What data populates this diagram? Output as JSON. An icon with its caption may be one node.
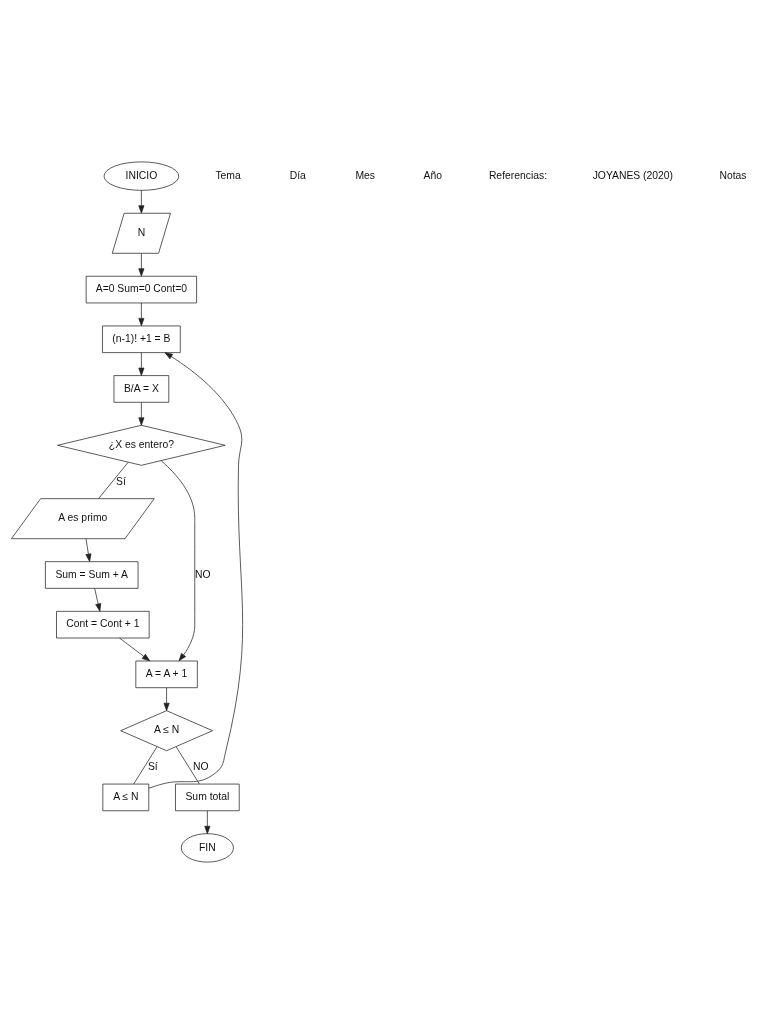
{
  "diagram": {
    "nodes": [
      {
        "text": [
          "INICIO"
        ]
      },
      {
        "text": [
          "N"
        ]
      },
      {
        "text": [
          "A=0 Sum=0 Cont=0"
        ]
      },
      {
        "text": [
          "(n-1)! +1 = B"
        ]
      },
      {
        "text": [
          "B/A = X"
        ]
      },
      {
        "text": [
          "¿X es entero?"
        ]
      },
      {
        "text": [
          "A es primo"
        ]
      },
      {
        "text": [
          "Sum = Sum + A"
        ]
      },
      {
        "text": [
          "Cont = Cont + 1"
        ]
      },
      {
        "text": [
          "A = A + 1"
        ]
      },
      {
        "text": [
          "A ≤ N"
        ]
      },
      {
        "text": [
          "A ≤ N"
        ]
      },
      {
        "text": [
          "Sum total"
        ]
      },
      {
        "text": [
          "FIN"
        ]
      }
    ],
    "edges": [
      {
        "from": 0,
        "to": 1,
        "arrow": "to"
      },
      {
        "from": 1,
        "to": 2,
        "arrow": "to"
      },
      {
        "from": 2,
        "to": 3,
        "arrow": "to"
      },
      {
        "from": 3,
        "to": 4,
        "arrow": "to"
      },
      {
        "from": 4,
        "to": 5,
        "arrow": "to"
      },
      {
        "from": 5,
        "to": 6,
        "label": "Sí",
        "arrow": "none"
      },
      {
        "from": 5,
        "to": 9,
        "label": "NO",
        "arrow": "to"
      },
      {
        "from": 6,
        "to": 7,
        "arrow": "to"
      },
      {
        "from": 7,
        "to": 8,
        "arrow": "to"
      },
      {
        "from": 8,
        "to": 9,
        "arrow": "to"
      },
      {
        "from": 9,
        "to": 10,
        "arrow": "to"
      },
      {
        "from": 10,
        "to": 11,
        "label": "Sí",
        "arrow": "none"
      },
      {
        "from": 10,
        "to": 12,
        "label": "NO",
        "arrow": "none"
      },
      {
        "from": 12,
        "to": 13,
        "arrow": "to"
      },
      {
        "from": 11,
        "to": 3,
        "arrow": "to"
      }
    ],
    "labels": [
      "Tema",
      "Día",
      "Mes",
      "Año",
      "Referencias:",
      "JOYANES (2020)",
      "Notas"
    ]
  }
}
